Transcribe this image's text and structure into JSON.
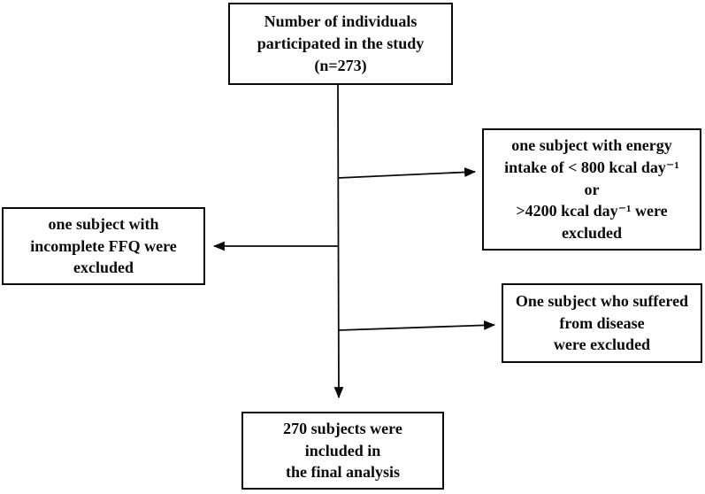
{
  "flowchart": {
    "background_color": "#ffffff",
    "line_color": "#0a0a0a",
    "text_color": "#0a0a0a",
    "nodes": {
      "participants": {
        "lines": [
          "Number of individuals",
          "participated in the study",
          "(n=273)"
        ]
      },
      "energy_exclusion": {
        "lines": [
          "one subject with energy",
          "intake of < 800 kcal day⁻¹",
          "or",
          ">4200 kcal day⁻¹ were",
          "excluded"
        ]
      },
      "ffq_exclusion": {
        "lines": [
          "one subject with",
          "incomplete FFQ were",
          "excluded"
        ]
      },
      "disease_exclusion": {
        "lines": [
          "One subject who suffered",
          "from disease",
          "were excluded"
        ]
      },
      "final_analysis": {
        "lines": [
          "270 subjects were",
          "included in",
          "the final analysis"
        ]
      }
    },
    "edges": [
      {
        "from": "participants",
        "to": "energy_exclusion"
      },
      {
        "from": "participants",
        "to": "ffq_exclusion"
      },
      {
        "from": "participants",
        "to": "disease_exclusion"
      },
      {
        "from": "participants",
        "to": "final_analysis"
      }
    ]
  }
}
